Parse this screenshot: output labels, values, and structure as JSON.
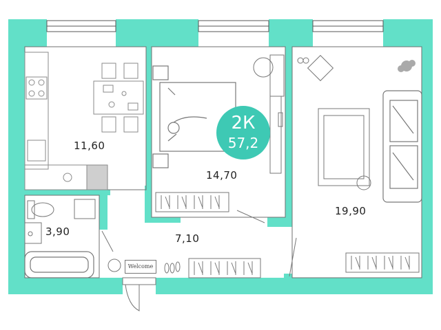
{
  "colors": {
    "wall": "#62e0c8",
    "badge": "#3ec9b4",
    "furniture": "#9a9a9a",
    "stroke": "#6f6f6f"
  },
  "apartment": {
    "type": "2К",
    "area": "57,2"
  },
  "rooms": {
    "kitchen": "11,60",
    "bedroom": "14,70",
    "bathroom": "3,90",
    "hall": "7,10",
    "living": "19,90"
  },
  "doormat": "Welcome",
  "icons": [
    "window",
    "door",
    "bed",
    "sofa",
    "bathtub",
    "toilet",
    "sink",
    "stove",
    "dining-table",
    "armchair",
    "plant",
    "wardrobe",
    "rug",
    "slippers"
  ]
}
